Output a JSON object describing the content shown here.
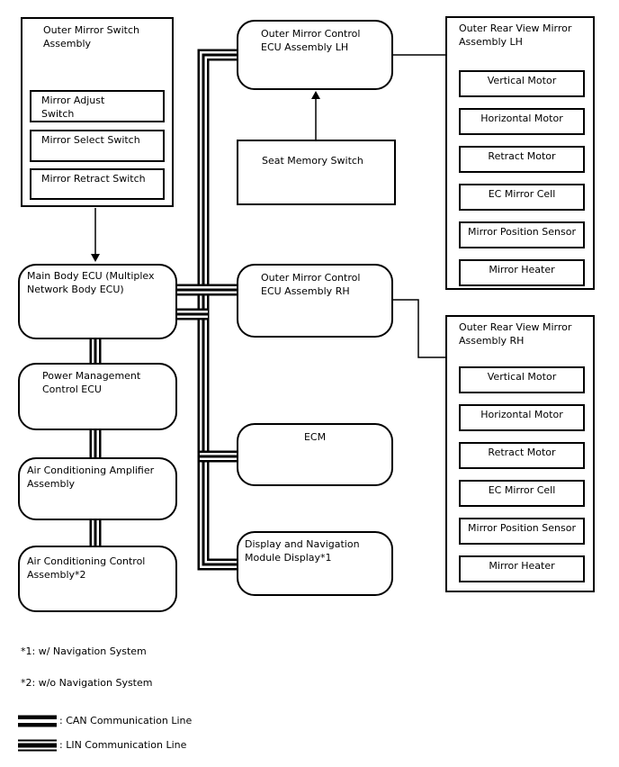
{
  "boxes": {
    "outer_mirror_switch_assembly": {
      "title": "Outer Mirror Switch\nAssembly",
      "items": [
        "Mirror Adjust\nSwitch",
        "Mirror Select Switch",
        "Mirror Retract Switch"
      ]
    },
    "main_body_ecu": {
      "label": "Main Body ECU (Multiplex\nNetwork Body ECU)"
    },
    "power_management_ecu": {
      "label": "Power Management\nControl ECU"
    },
    "ac_amplifier": {
      "label": "Air Conditioning Amplifier\nAssembly"
    },
    "ac_control": {
      "label": "Air Conditioning Control\nAssembly*2"
    },
    "mirror_ecu_lh": {
      "label": "Outer Mirror Control\nECU Assembly LH"
    },
    "seat_memory_switch": {
      "label": "Seat Memory Switch"
    },
    "mirror_ecu_rh": {
      "label": "Outer Mirror Control\nECU Assembly RH"
    },
    "ecm": {
      "label": "ECM"
    },
    "display_module": {
      "label": "Display and Navigation\nModule Display*1"
    },
    "mirror_assembly_lh": {
      "title": "Outer Rear View Mirror\nAssembly LH",
      "items": [
        "Vertical Motor",
        "Horizontal Motor",
        "Retract Motor",
        "EC Mirror Cell",
        "Mirror Position Sensor",
        "Mirror Heater"
      ]
    },
    "mirror_assembly_rh": {
      "title": "Outer Rear View Mirror\nAssembly RH",
      "items": [
        "Vertical Motor",
        "Horizontal Motor",
        "Retract Motor",
        "EC Mirror Cell",
        "Mirror Position Sensor",
        "Mirror Heater"
      ]
    }
  },
  "notes": {
    "note1": "*1: w/ Navigation System",
    "note2": "*2: w/o Navigation System"
  },
  "legend": {
    "can_symbol": "can-double-line",
    "can_label": ": CAN Communication Line",
    "lin_symbol": "lin-triple-line",
    "lin_label": ": LIN Communication Line"
  },
  "colors": {
    "line": "#000000",
    "background": "#ffffff"
  }
}
